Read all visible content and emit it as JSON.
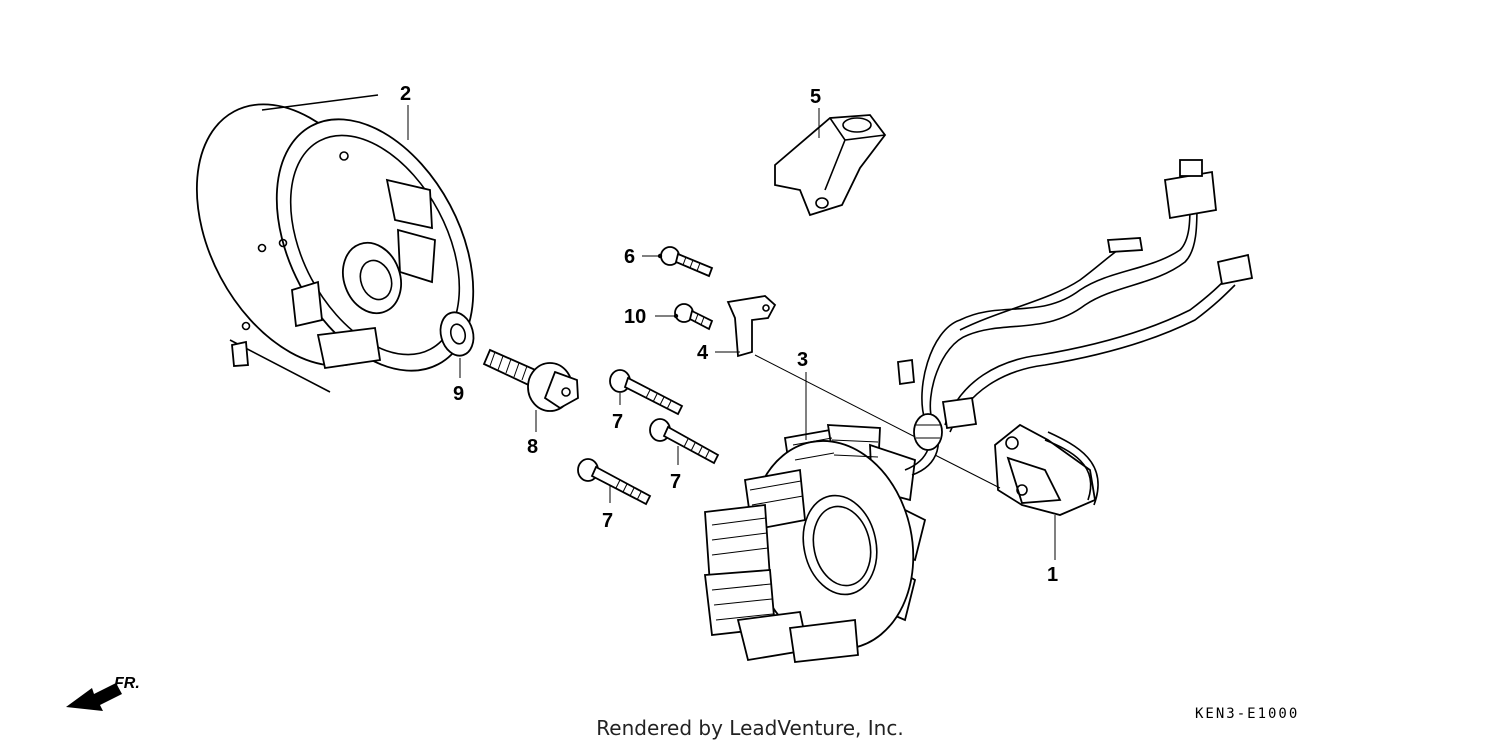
{
  "diagram": {
    "part_labels": {
      "p1": "1",
      "p2": "2",
      "p3": "3",
      "p4": "4",
      "p5": "5",
      "p6": "6",
      "p7a": "7",
      "p7b": "7",
      "p7c": "7",
      "p8": "8",
      "p9": "9",
      "p10": "10"
    },
    "direction_label": "FR.",
    "diagram_code": "KEN3-E1000"
  },
  "footer": {
    "credit": "Rendered by LeadVenture, Inc."
  }
}
